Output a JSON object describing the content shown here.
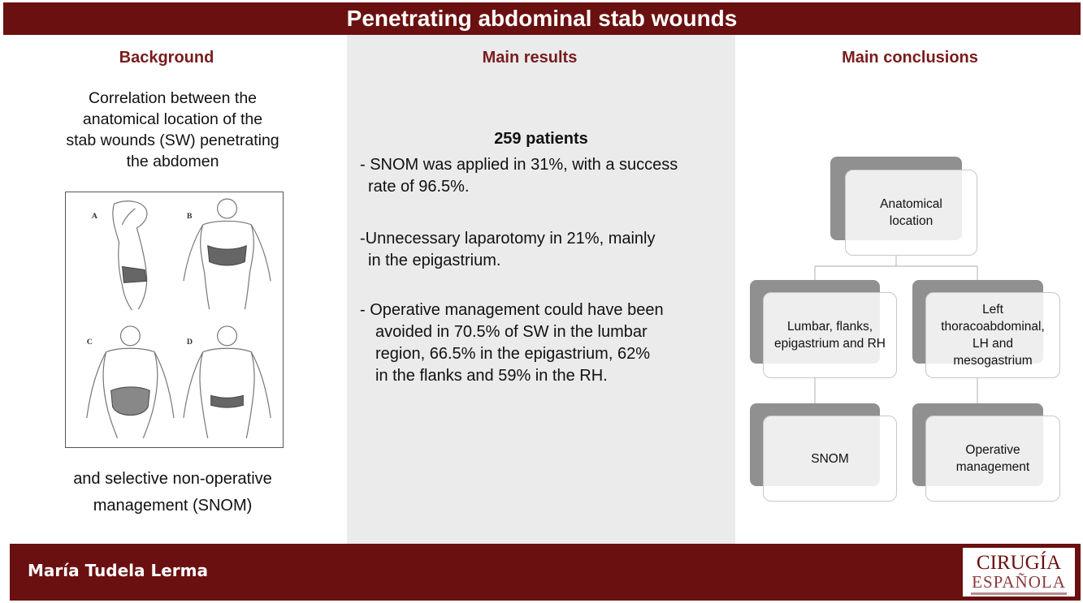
{
  "title": "Penetrating abdominal stab wounds",
  "columns": {
    "background": "Background",
    "results": "Main results",
    "conclusions": "Main conclusions"
  },
  "background": {
    "intro_lines": [
      "Correlation between the",
      "anatomical location of the",
      "stab wounds (SW) penetrating",
      "the abdomen"
    ],
    "outro_lines": [
      "and selective non-operative",
      "management (SNOM)"
    ],
    "figure_labels": [
      "A",
      "B",
      "C",
      "D"
    ]
  },
  "results": {
    "patients": "259 patients",
    "bullet1": [
      "- SNOM was applied in 31%, with a success",
      "rate of 96.5%."
    ],
    "bullet2": [
      "-Unnecessary laparotomy in 21%, mainly",
      "in the epigastrium."
    ],
    "bullet3": [
      "- Operative management could have been",
      "avoided in 70.5% of SW in the lumbar",
      "region, 66.5% in the epigastrium, 62%",
      "in the flanks and 59% in the RH."
    ]
  },
  "diagram": {
    "root": [
      "Anatomical",
      "location"
    ],
    "left": [
      "Lumbar, flanks,",
      "epigastrium and RH"
    ],
    "right": [
      "Left",
      "thoracoabdominal,",
      "LH and",
      "mesogastrium"
    ],
    "left_leaf": [
      "SNOM"
    ],
    "right_leaf": [
      "Operative",
      "management"
    ]
  },
  "footer": {
    "author": "María Tudela Lerma",
    "logo_line1": "CIRUGÍA",
    "logo_line2": "ESPAÑOLA"
  },
  "colors": {
    "brand": "#6b1010",
    "heading": "#7a1c1c",
    "panel": "#ebebec",
    "node_shadow": "#909090"
  }
}
